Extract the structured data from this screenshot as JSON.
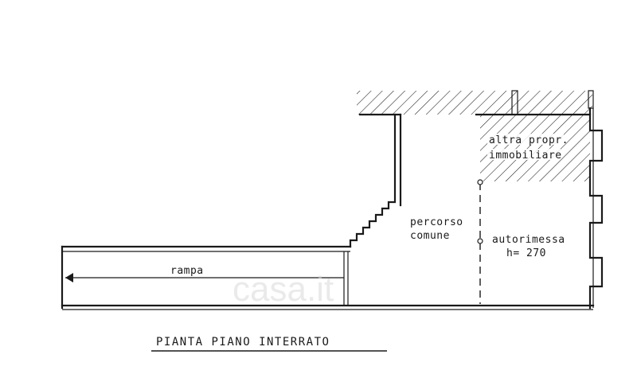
{
  "labels": {
    "rampa": "rampa",
    "percorso_1": "percorso",
    "percorso_2": "comune",
    "altra_1": "altra propr.",
    "altra_2": "immobiliare",
    "autorimessa_1": "autorimessa",
    "autorimessa_2": "h= 270"
  },
  "title": "PIANTA PIANO INTERRATO",
  "watermark": "casa.it",
  "colors": {
    "ink": "#1a1a1a",
    "paper": "#ffffff"
  }
}
